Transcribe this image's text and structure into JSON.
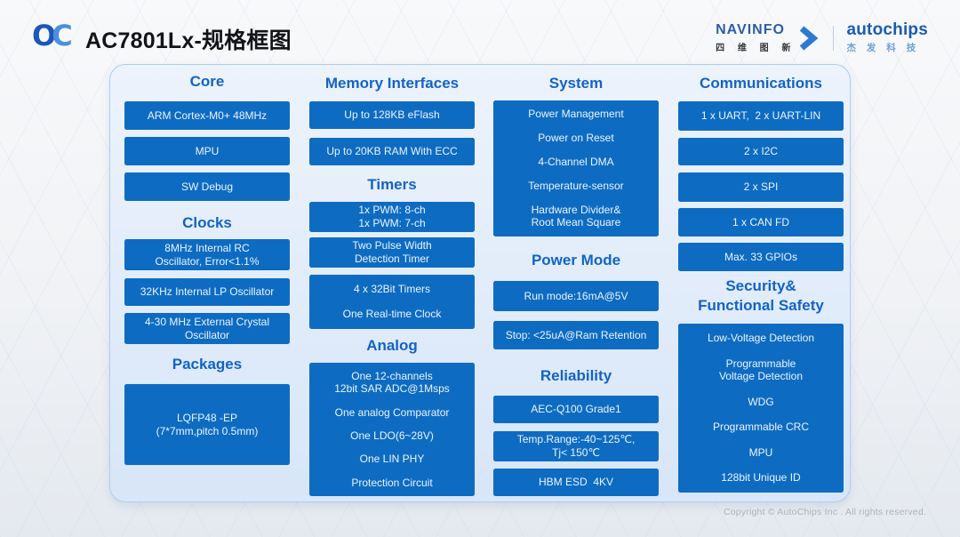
{
  "header": {
    "logo_o": "O",
    "logo_c": "C",
    "title": "AC7801Lx-规格框图",
    "navinfo": {
      "name": "NAVINFO",
      "cn": "四 维 图 新"
    },
    "autochips": {
      "name": "autochips",
      "cn": "杰 发 科 技"
    }
  },
  "colors": {
    "box_blue": "#0d6cc2",
    "title_blue": "#1263c6",
    "panel_fill": "#e3edfa",
    "panel_border": "#aecdf0",
    "navinfo_blue": "#2d5ca8",
    "autochips_blue": "#1a5cb0"
  },
  "sections": {
    "core": {
      "title": "Core",
      "boxes": [
        [
          "ARM Cortex-M0+ 48MHz"
        ],
        [
          "MPU"
        ],
        [
          "SW Debug"
        ]
      ]
    },
    "clocks": {
      "title": "Clocks",
      "boxes": [
        [
          "8MHz Internal RC\nOscillator, Error<1.1%"
        ],
        [
          "32KHz Internal LP Oscillator"
        ],
        [
          "4-30 MHz External Crystal\nOscillator"
        ]
      ]
    },
    "packages": {
      "title": "Packages",
      "boxes": [
        [
          "LQFP48 -EP\n(7*7mm,pitch 0.5mm)"
        ]
      ]
    },
    "memory": {
      "title": "Memory Interfaces",
      "boxes": [
        [
          "Up to 128KB eFlash"
        ],
        [
          "Up to 20KB RAM With ECC"
        ]
      ]
    },
    "timers": {
      "title": "Timers",
      "boxes": [
        [
          "1x PWM: 8-ch\n1x PWM: 7-ch"
        ],
        [
          "Two Pulse Width\nDetection Timer"
        ],
        [
          "4 x 32Bit Timers",
          "One Real-time Clock"
        ]
      ]
    },
    "analog": {
      "title": "Analog",
      "boxes": [
        [
          "One 12-channels\n12bit SAR ADC@1Msps",
          "One analog Comparator",
          "One LDO(6~28V)",
          "One LIN PHY",
          "Protection Circuit"
        ]
      ]
    },
    "system": {
      "title": "System",
      "boxes": [
        [
          "Power Management",
          "Power on Reset",
          "4-Channel DMA",
          "Temperature-sensor",
          "Hardware Divider&\nRoot Mean Square"
        ]
      ]
    },
    "power_mode": {
      "title": "Power Mode",
      "boxes": [
        [
          "Run mode:16mA@5V"
        ],
        [
          "Stop: <25uA@Ram Retention"
        ]
      ]
    },
    "reliability": {
      "title": "Reliability",
      "boxes": [
        [
          "AEC-Q100 Grade1"
        ],
        [
          "Temp.Range:-40~125℃,\nTj< 150℃"
        ],
        [
          "HBM ESD  4KV"
        ]
      ]
    },
    "communications": {
      "title": "Communications",
      "boxes": [
        [
          "1 x UART,  2 x UART-LIN"
        ],
        [
          "2 x I2C"
        ],
        [
          "2 x SPI"
        ],
        [
          "1 x CAN FD"
        ],
        [
          "Max. 33 GPIOs"
        ]
      ]
    },
    "security": {
      "title": "Security&\nFunctional Safety",
      "boxes": [
        [
          "Low-Voltage Detection",
          "Programmable\nVoltage Detection",
          "WDG",
          "Programmable CRC",
          "MPU",
          "128bit Unique ID"
        ]
      ]
    }
  },
  "footer": {
    "copyright": "Copyright © AutoChips Inc . All rights reserved."
  }
}
